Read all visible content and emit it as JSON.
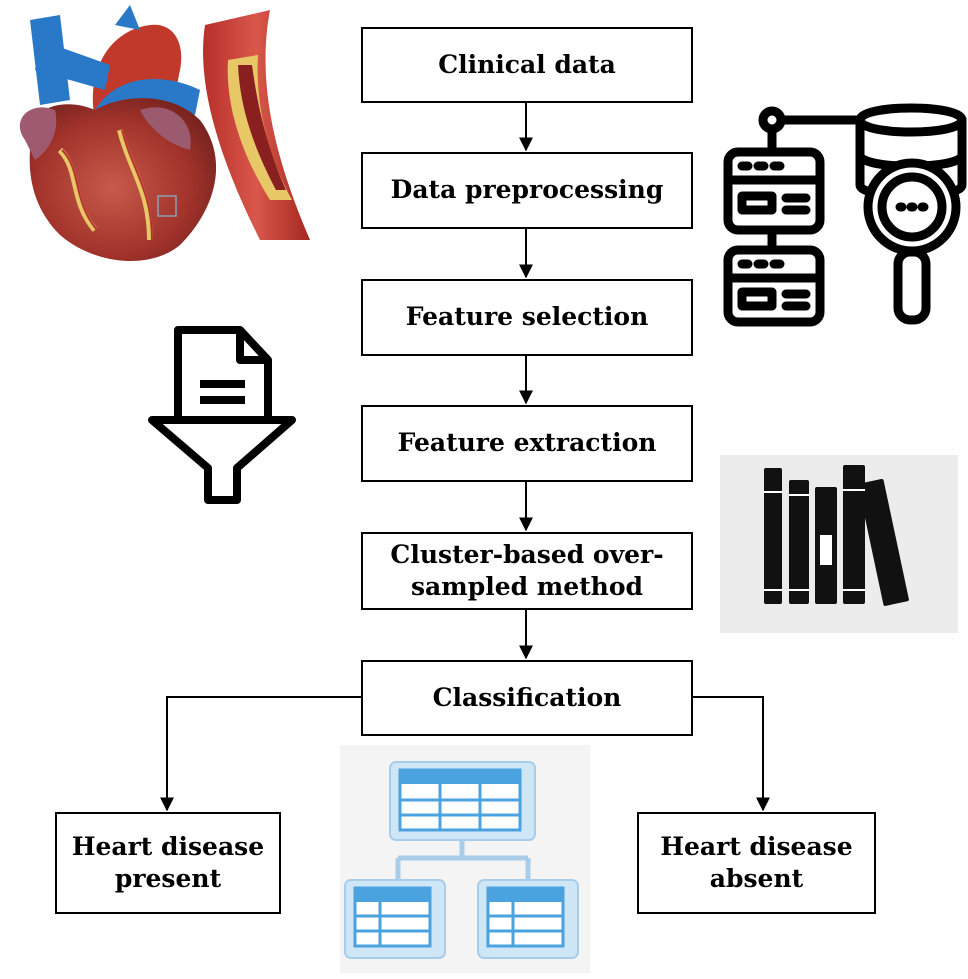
{
  "diagram": {
    "steps": [
      {
        "id": "clinical",
        "label": "Clinical data"
      },
      {
        "id": "preprocessing",
        "label": "Data preprocessing"
      },
      {
        "id": "selection",
        "label": "Feature selection"
      },
      {
        "id": "extraction",
        "label": "Feature extraction"
      },
      {
        "id": "oversampling",
        "label_line1": "Cluster-based over-",
        "label_line2": "sampled method"
      },
      {
        "id": "classification",
        "label": "Classification"
      }
    ],
    "outcomes": {
      "present": {
        "line1": "Heart disease",
        "line2": "present"
      },
      "absent": {
        "line1": "Heart disease",
        "line2": "absent"
      }
    }
  },
  "colors": {
    "heart_red": "#b8332e",
    "artery_blue": "#2a78c8",
    "artery_wall": "#c0392b",
    "plaque_yellow": "#e8c766",
    "table_blue": "#4aa3df",
    "table_light": "#cfe6f7"
  },
  "icons": [
    "heart-artery-illustration",
    "database-search-icon",
    "document-filter-icon",
    "books-icon",
    "table-hierarchy-icon"
  ]
}
